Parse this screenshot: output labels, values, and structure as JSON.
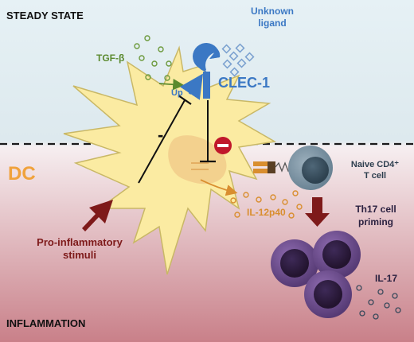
{
  "regions": {
    "top": "STEADY STATE",
    "bottom": "INFLAMMATION"
  },
  "labels": {
    "tgf_beta": "TGF-β",
    "unknown_ligand_1": "Unknown",
    "unknown_ligand_2": "ligand",
    "up": "Up",
    "clec1": "CLEC-1",
    "minus": "-",
    "dc": "DC",
    "naive_t_1": "Naive CD4⁺",
    "naive_t_2": "T cell",
    "il12p40": "IL-12p40",
    "th17_1": "Th17 cell",
    "th17_2": "priming",
    "pro_inflam_1": "Pro-inflammatory",
    "pro_inflam_2": "stimuli",
    "il17": "IL-17"
  },
  "colors": {
    "steady_bg": "#e3eff3",
    "inflam_bg": "#cf8b93",
    "dc_fill": "#fbeba2",
    "dc_stroke": "#c2b35e",
    "clec1": "#3b78c4",
    "tgf_beta_text": "#5b8a2e",
    "dc_text": "#f0a23c",
    "dark_red": "#7e1a1a",
    "th17": "#6e4d8c",
    "t_cell": "#7f96a6",
    "cytokine_orange": "#d98e2f"
  }
}
